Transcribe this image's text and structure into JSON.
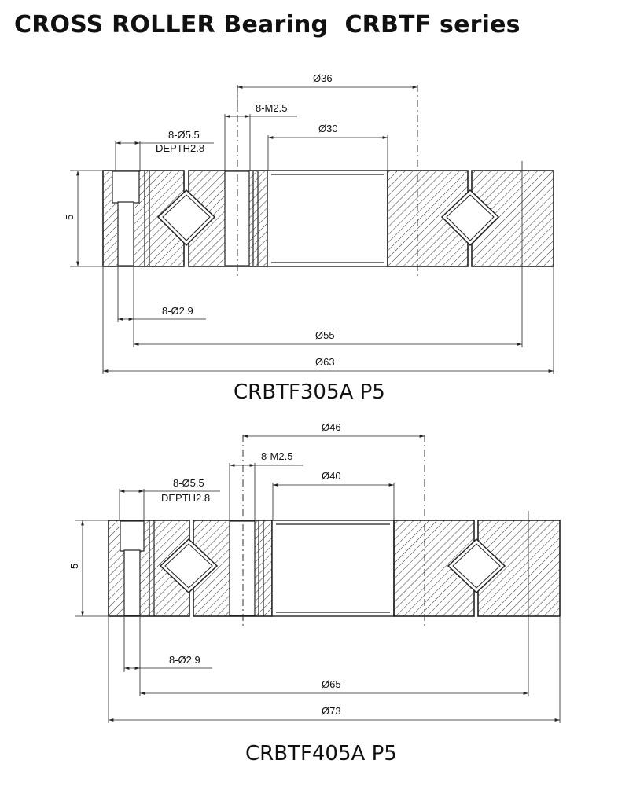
{
  "title": "CROSS ROLLER Bearing  CRBTF series",
  "drawings": [
    {
      "model": "CRBTF305A P5",
      "labels": {
        "d_outer_flange": "Ø36",
        "tap": "8-M2.5",
        "counterbore": "8-Ø5.5",
        "depth": "DEPTH2.8",
        "bore": "Ø30",
        "height": "5",
        "through_hole": "8-Ø2.9",
        "pcd": "Ø55",
        "outer": "Ø63"
      }
    },
    {
      "model": "CRBTF405A P5",
      "labels": {
        "d_outer_flange": "Ø46",
        "tap": "8-M2.5",
        "counterbore": "8-Ø5.5",
        "depth": "DEPTH2.8",
        "bore": "Ø40",
        "height": "5",
        "through_hole": "8-Ø2.9",
        "pcd": "Ø65",
        "outer": "Ø73"
      }
    }
  ]
}
